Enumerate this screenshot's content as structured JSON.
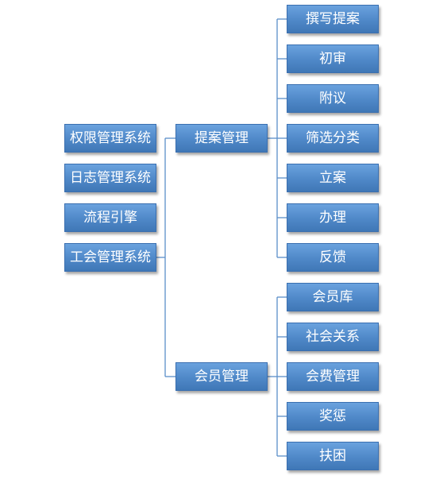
{
  "left_systems": [
    {
      "label": "权限管理系统"
    },
    {
      "label": "日志管理系统"
    },
    {
      "label": "流程引擎"
    },
    {
      "label": "工会管理系统"
    }
  ],
  "modules": [
    {
      "label": "提案管理",
      "children": [
        "撰写提案",
        "初审",
        "附议",
        "筛选分类",
        "立案",
        "办理",
        "反馈"
      ]
    },
    {
      "label": "会员管理",
      "children": [
        "会员库",
        "社会关系",
        "会费管理",
        "奖惩",
        "扶困"
      ]
    }
  ]
}
